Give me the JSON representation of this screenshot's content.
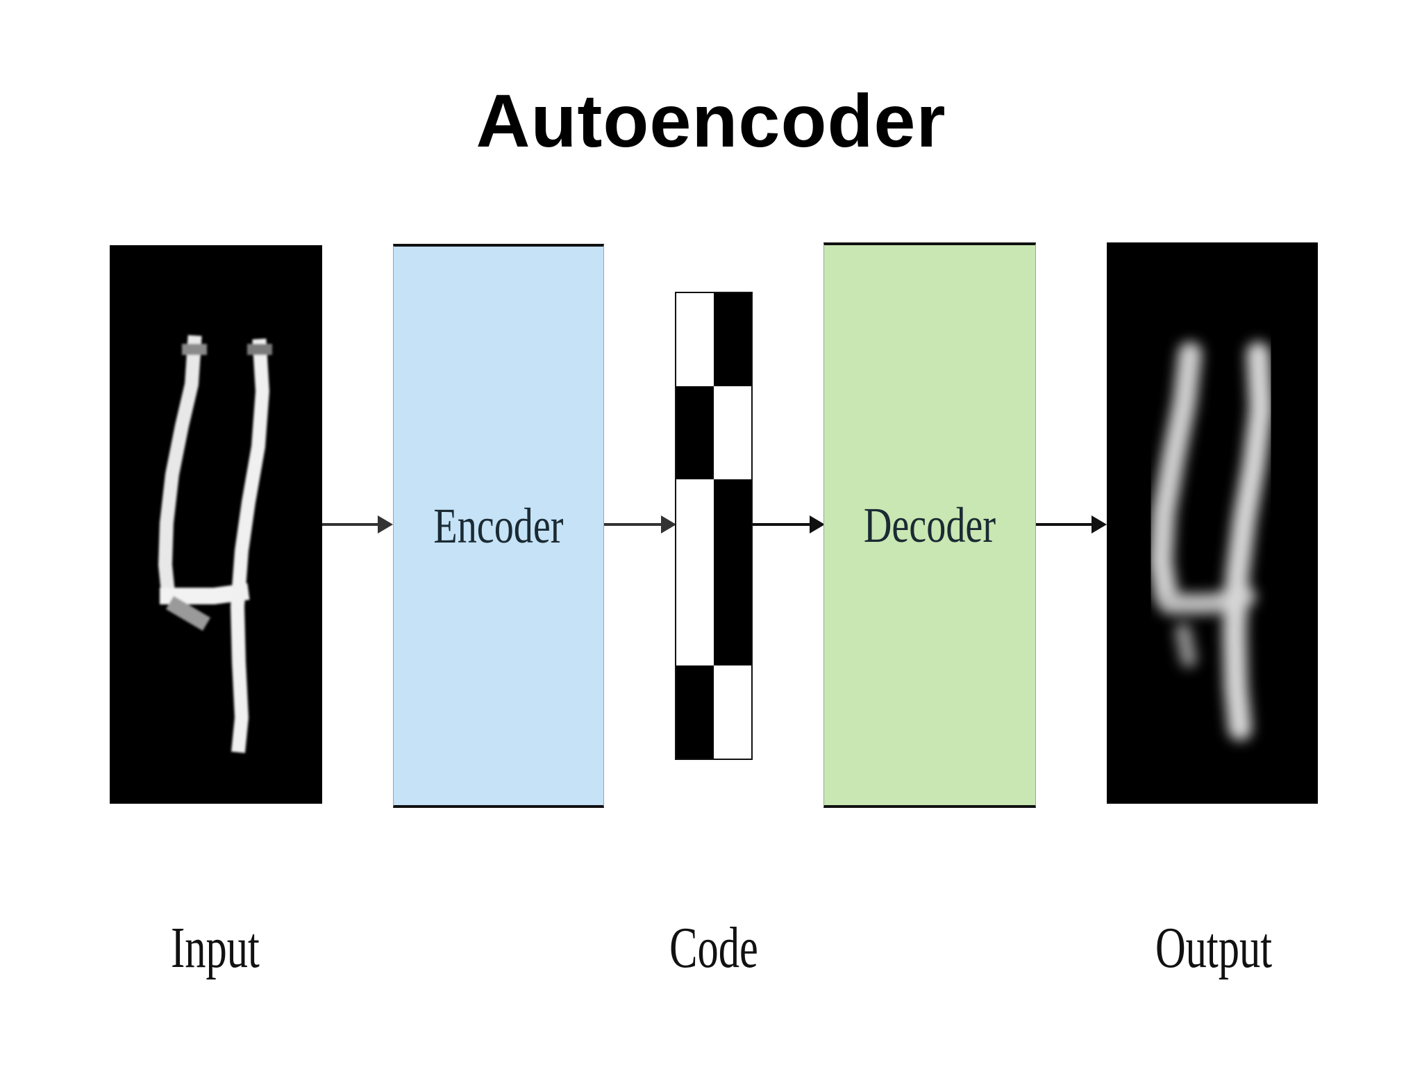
{
  "title": "Autoencoder",
  "blocks": {
    "encoder": {
      "label": "Encoder",
      "color": "#c5e2f6"
    },
    "decoder": {
      "label": "Decoder",
      "color": "#c9e7b2"
    }
  },
  "labels": {
    "input": "Input",
    "code": "Code",
    "output": "Output"
  },
  "code_pattern": [
    "white",
    "black",
    "black",
    "white",
    "white",
    "black",
    "white",
    "black",
    "black",
    "white"
  ]
}
